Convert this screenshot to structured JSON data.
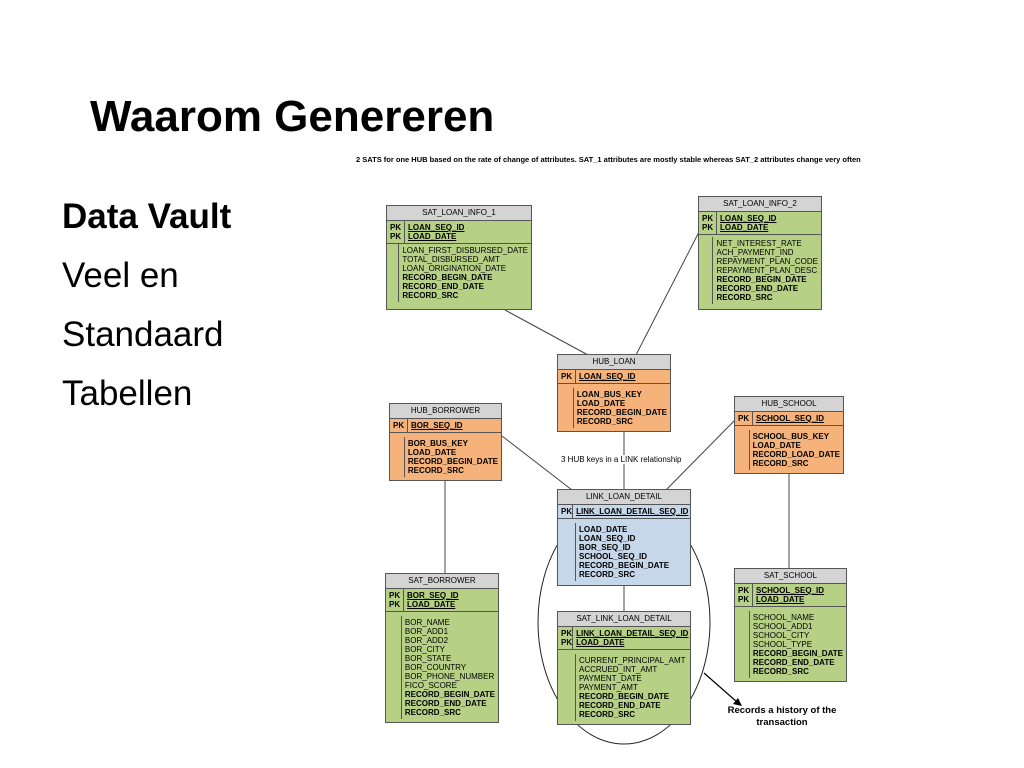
{
  "title": "Waarom Genereren",
  "bullets": [
    "Data Vault",
    "Veel en",
    "Standaard",
    "Tabellen"
  ],
  "caption": "2 SATS for one HUB based on the rate of change of attributes. SAT_1 attributes are mostly stable whereas SAT_2 attributes change very often",
  "link_note": "3 HUB keys in a LINK relationship",
  "history_note": "Records a history of the transaction",
  "tables": {
    "sat_loan_info_1": {
      "name": "SAT_LOAN_INFO_1",
      "keys": [
        "PK",
        "PK"
      ],
      "key_fields": [
        "LOAN_SEQ_ID",
        "LOAD_DATE"
      ],
      "fields": [
        "LOAN_FIRST_DISBURSED_DATE",
        "TOTAL_DISBURSED_AMT",
        "LOAN_ORIGINATION_DATE"
      ],
      "bold_fields": [
        "RECORD_BEGIN_DATE",
        "RECORD_END_DATE",
        "RECORD_SRC"
      ]
    },
    "sat_loan_info_2": {
      "name": "SAT_LOAN_INFO_2",
      "keys": [
        "PK",
        "PK"
      ],
      "key_fields": [
        "LOAN_SEQ_ID",
        "LOAD_DATE"
      ],
      "fields": [
        "NET_INTEREST_RATE",
        "ACH_PAYMENT_IND",
        "REPAYMENT_PLAN_CODE",
        "REPAYMENT_PLAN_DESC"
      ],
      "bold_fields": [
        "RECORD_BEGIN_DATE",
        "RECORD_END_DATE",
        "RECORD_SRC"
      ]
    },
    "hub_loan": {
      "name": "HUB_LOAN",
      "keys": [
        "PK"
      ],
      "key_fields": [
        "LOAN_SEQ_ID"
      ],
      "fields": [],
      "bold_fields": [
        "LOAN_BUS_KEY",
        "LOAD_DATE",
        "RECORD_BEGIN_DATE",
        "RECORD_SRC"
      ]
    },
    "hub_borrower": {
      "name": "HUB_BORROWER",
      "keys": [
        "PK"
      ],
      "key_fields": [
        "BOR_SEQ_ID"
      ],
      "fields": [],
      "bold_fields": [
        "BOR_BUS_KEY",
        "LOAD_DATE",
        "RECORD_BEGIN_DATE",
        "RECORD_SRC"
      ]
    },
    "hub_school": {
      "name": "HUB_SCHOOL",
      "keys": [
        "PK"
      ],
      "key_fields": [
        "SCHOOL_SEQ_ID"
      ],
      "fields": [],
      "bold_fields": [
        "SCHOOL_BUS_KEY",
        "LOAD_DATE",
        "RECORD_LOAD_DATE",
        "RECORD_SRC"
      ]
    },
    "link_loan_detail": {
      "name": "LINK_LOAN_DETAIL",
      "keys": [
        "PK"
      ],
      "key_fields": [
        "LINK_LOAN_DETAIL_SEQ_ID"
      ],
      "fields": [],
      "bold_fields": [
        "LOAD_DATE",
        "LOAN_SEQ_ID",
        "BOR_SEQ_ID",
        "SCHOOL_SEQ_ID",
        "RECORD_BEGIN_DATE",
        "RECORD_SRC"
      ]
    },
    "sat_borrower": {
      "name": "SAT_BORROWER",
      "keys": [
        "PK",
        "PK"
      ],
      "key_fields": [
        "BOR_SEQ_ID",
        "LOAD_DATE"
      ],
      "fields": [
        "BOR_NAME",
        "BOR_ADD1",
        "BOR_ADD2",
        "BOR_CITY",
        "BOR_STATE",
        "BOR_COUNTRY",
        "BOR_PHONE_NUMBER",
        "FICO_SCORE"
      ],
      "bold_fields": [
        "RECORD_BEGIN_DATE",
        "RECORD_END_DATE",
        "RECORD_SRC"
      ]
    },
    "sat_school": {
      "name": "SAT_SCHOOL",
      "keys": [
        "PK",
        "PK"
      ],
      "key_fields": [
        "SCHOOL_SEQ_ID",
        "LOAD_DATE"
      ],
      "fields": [
        "SCHOOL_NAME",
        "SCHOOL_ADD1",
        "SCHOOL_CITY",
        "SCHOOL_TYPE"
      ],
      "bold_fields": [
        "RECORD_BEGIN_DATE",
        "RECORD_END_DATE",
        "RECORD_SRC"
      ]
    },
    "sat_link_loan_detail": {
      "name": "SAT_LINK_LOAN_DETAIL",
      "keys": [
        "PK",
        "PK"
      ],
      "key_fields": [
        "LINK_LOAN_DETAIL_SEQ_ID",
        "LOAD_DATE"
      ],
      "fields": [
        "CURRENT_PRINCIPAL_AMT",
        "ACCRUED_INT_AMT",
        "PAYMENT_DATE",
        "PAYMENT_AMT"
      ],
      "bold_fields": [
        "RECORD_BEGIN_DATE",
        "RECORD_END_DATE",
        "RECORD_SRC"
      ]
    }
  }
}
